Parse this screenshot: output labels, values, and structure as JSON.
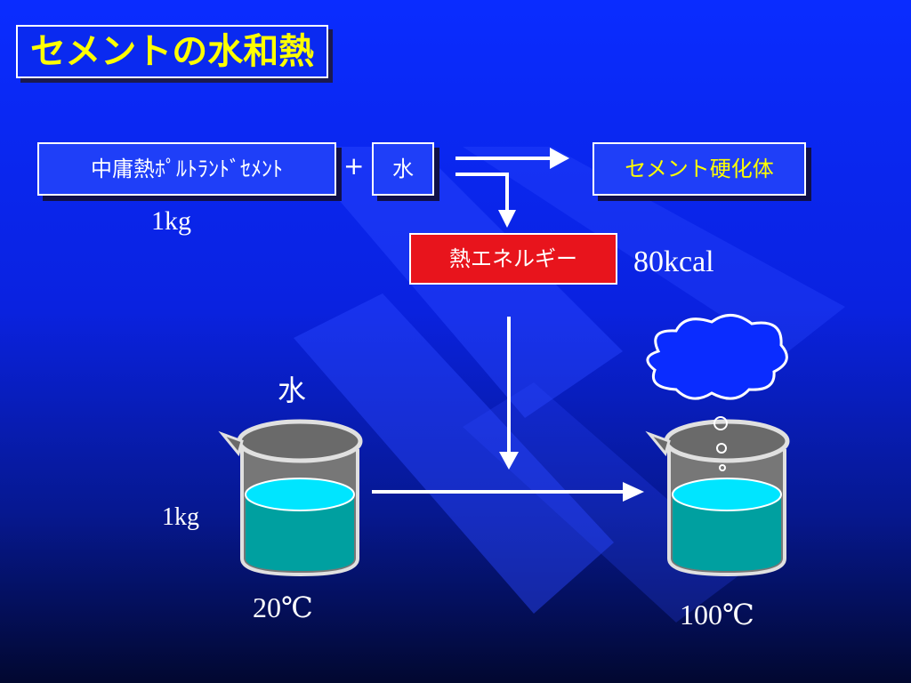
{
  "title": "セメントの水和熱",
  "reaction": {
    "cement": "中庸熱ﾎﾟﾙﾄﾗﾝﾄﾞｾﾒﾝﾄ",
    "plus": "+",
    "water": "水",
    "product": "セメント硬化体",
    "cement_mass": "1kg",
    "heat_label": "熱エネルギー",
    "heat_value": "80kcal"
  },
  "beakers": {
    "water_label": "水",
    "mass": "1kg",
    "temp_start": "20℃",
    "temp_end": "100℃"
  },
  "colors": {
    "background": "#0a2cff",
    "title_text": "#ffff00",
    "heat_box": "#e8141c",
    "liquid": "#00a0a0",
    "liquid_surface": "#00e5ff"
  }
}
